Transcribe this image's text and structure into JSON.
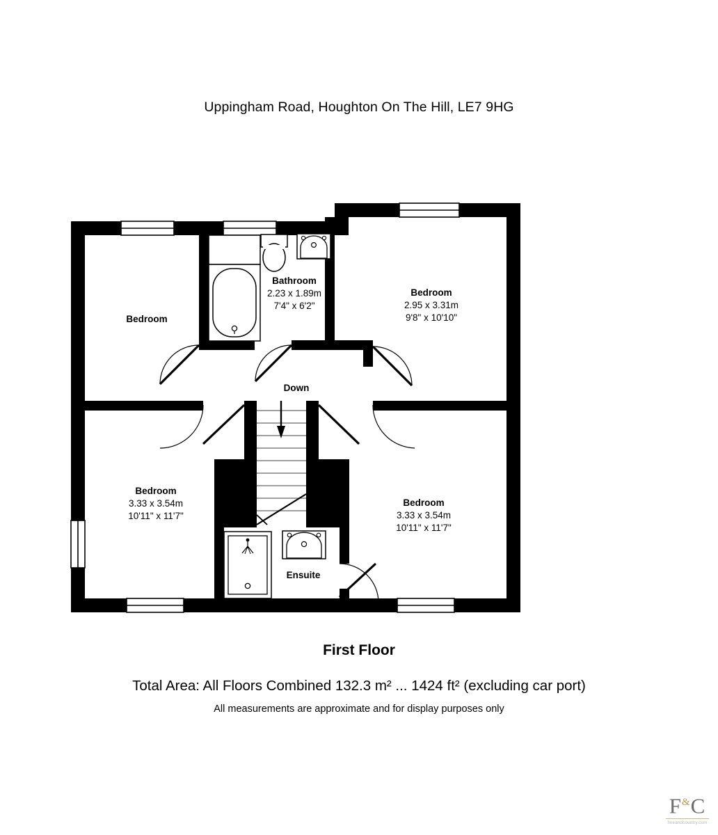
{
  "header": {
    "address": "Uppingham Road, Houghton On The Hill, LE7 9HG"
  },
  "footer": {
    "floor_label": "First Floor",
    "total_area": "Total Area: All Floors Combined 132.3 m² ... 1424 ft² (excluding car port)",
    "disclaimer": "All measurements are approximate and for display purposes only"
  },
  "logo": {
    "letter_f": "F",
    "ampersand": "&",
    "letter_c": "C",
    "tagline": "fineandcountry.com"
  },
  "plan": {
    "rooms": [
      {
        "id": "bedroom-top-left",
        "name": "Bedroom",
        "dim_m": "",
        "dim_ft": ""
      },
      {
        "id": "bathroom",
        "name": "Bathroom",
        "dim_m": "2.23 x 1.89m",
        "dim_ft": "7'4\" x 6'2\""
      },
      {
        "id": "bedroom-top-right",
        "name": "Bedroom",
        "dim_m": "2.95 x 3.31m",
        "dim_ft": "9'8\" x 10'10\""
      },
      {
        "id": "bedroom-bottom-left",
        "name": "Bedroom",
        "dim_m": "3.33 x 3.54m",
        "dim_ft": "10'11\" x 11'7\""
      },
      {
        "id": "bedroom-bottom-right",
        "name": "Bedroom",
        "dim_m": "3.33 x 3.54m",
        "dim_ft": "10'11\" x 11'7\""
      },
      {
        "id": "ensuite",
        "name": "Ensuite",
        "dim_m": "",
        "dim_ft": ""
      }
    ],
    "stairs": {
      "label": "Down"
    },
    "colors": {
      "wall": "#000000",
      "fixture_outline": "#000000",
      "floor": "#ffffff",
      "tread_line": "#808080"
    }
  }
}
